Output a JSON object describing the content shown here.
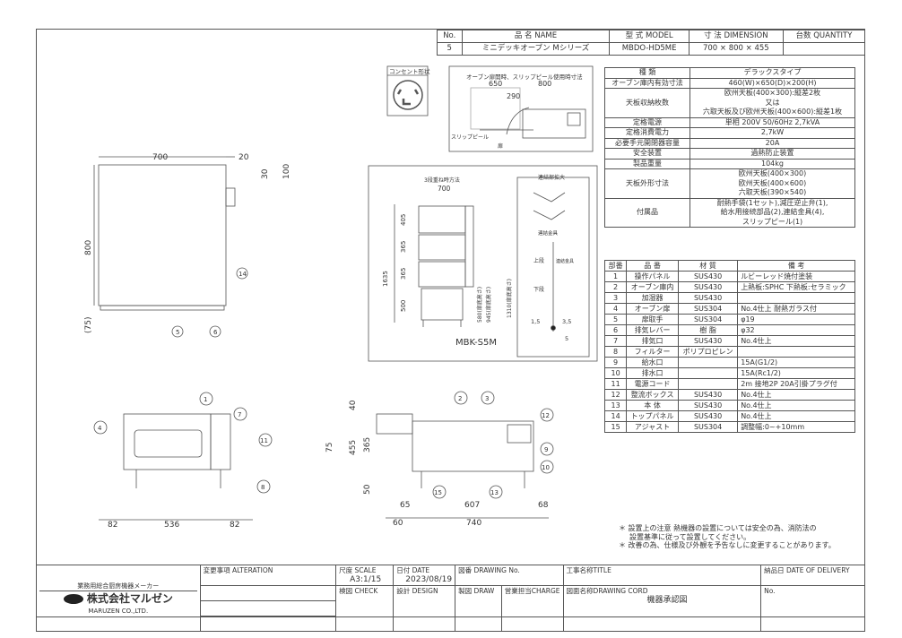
{
  "header": {
    "cols": [
      "No.",
      "品 名 NAME",
      "型 式 MODEL",
      "寸 法 DIMENSION",
      "台数 QUANTITY"
    ],
    "row": [
      "5",
      "ミニデッキオーブン Mシリーズ",
      "MBDO-HD5ME",
      "700 × 800 × 455",
      ""
    ]
  },
  "specs": [
    {
      "label": "種 類",
      "lines": [
        "デラックスタイプ"
      ]
    },
    {
      "label": "オーブン庫内有効寸法",
      "lines": [
        "460(W)×650(D)×200(H)"
      ]
    },
    {
      "label": "天板収納枚数",
      "lines": [
        "欧州天板(400×300):縦差2枚",
        "又は",
        "六取天板及び欧州天板(400×600):縦差1枚"
      ]
    },
    {
      "label": "定格電源",
      "lines": [
        "単相 200V 50/60Hz 2,7kVA"
      ]
    },
    {
      "label": "定格消費電力",
      "lines": [
        "2,7kW"
      ]
    },
    {
      "label": "必要手元開閉器容量",
      "lines": [
        "20A"
      ]
    },
    {
      "label": "安全装置",
      "lines": [
        "過熱防止装置"
      ]
    },
    {
      "label": "製品重量",
      "lines": [
        "104kg"
      ]
    },
    {
      "label": "天板外形寸法",
      "lines": [
        "欧州天板(400×300)",
        "欧州天板(400×600)",
        "六取天板(390×540)"
      ]
    },
    {
      "label": "付属品",
      "lines": [
        "耐熱手袋(1セット),減圧逆止弁(1),",
        "給水用接続部品(2),連結金具(4),",
        "スリップピール(1)"
      ]
    }
  ],
  "parts": {
    "header": [
      "部番",
      "品 番",
      "材 質",
      "備 考"
    ],
    "rows": [
      [
        "1",
        "操作パネル",
        "SUS430",
        "ルビーレッド焼付塗装"
      ],
      [
        "2",
        "オーブン庫内",
        "SUS430",
        "上熱板:SPHC 下熱板:セラミック"
      ],
      [
        "3",
        "加湿器",
        "SUS430",
        ""
      ],
      [
        "4",
        "オーブン扉",
        "SUS304",
        "No.4仕上 耐熱ガラス付"
      ],
      [
        "5",
        "扉取手",
        "SUS304",
        "φ19"
      ],
      [
        "6",
        "排気レバー",
        "樹 脂",
        "φ32"
      ],
      [
        "7",
        "排気口",
        "SUS430",
        "No.4仕上"
      ],
      [
        "8",
        "フィルター",
        "ポリプロピレン",
        ""
      ],
      [
        "9",
        "給水口",
        "",
        "15A(G1/2)"
      ],
      [
        "10",
        "排水口",
        "",
        "15A(Rc1/2)"
      ],
      [
        "11",
        "電源コード",
        "",
        "2m 接地2P 20A引掛プラグ付"
      ],
      [
        "12",
        "整流ボックス",
        "SUS430",
        "No.4仕上"
      ],
      [
        "13",
        "本 体",
        "SUS430",
        "No.4仕上"
      ],
      [
        "14",
        "トップパネル",
        "SUS430",
        "No.4仕上"
      ],
      [
        "15",
        "アジャスト",
        "SUS304",
        "調整幅:0~+10mm"
      ]
    ]
  },
  "notes": [
    "設置上の注意 熱機器の設置については安全の為、消防法の",
    "設置基準に従って設置してください。",
    "改善の為、仕様及び外観を予告なしに変更することがあります。"
  ],
  "outlet": {
    "title": "コンセント形状"
  },
  "slip": {
    "title": "オーブン扉開時、スリップピール使用時寸法",
    "d650": "650",
    "d800": "800",
    "d290": "290",
    "label_peel": "スリップピール",
    "label_door": "扉"
  },
  "stack": {
    "title": "3段重ね時方法",
    "w": "700",
    "h1635": "1635",
    "h405": "405",
    "h365a": "365",
    "h365b": "365",
    "h500": "500",
    "h580": "580(扉底高さ)",
    "h945": "945(扉底高さ)",
    "h1310": "1310(扉底高さ)",
    "model": "MBK-S5M",
    "detail_title": "連結部拡大",
    "joint": "連結金具",
    "upper": "上段",
    "lower": "下段",
    "d15": "1,5",
    "d35": "3,5",
    "d5": "5"
  },
  "top_view": {
    "w700": "700",
    "w20": "20",
    "d30": "30",
    "d100": "100",
    "d800": "800",
    "d75": "(75)",
    "b14": "14",
    "b5": "5",
    "b6": "6"
  },
  "front_view": {
    "d82a": "82",
    "d536": "536",
    "d82b": "82",
    "b1": "1",
    "b4": "4",
    "b7": "7",
    "b11": "11",
    "b8": "8"
  },
  "side_view": {
    "d40": "40",
    "d365": "365",
    "d455": "455",
    "d75": "75",
    "d50": "50",
    "d65": "65",
    "d607": "607",
    "d68": "68",
    "d60": "60",
    "d740": "740",
    "b2": "2",
    "b3": "3",
    "b12": "12",
    "b9": "9",
    "b10": "10",
    "b15": "15",
    "b13": "13"
  },
  "title_block": {
    "maker_caption": "業務用総合厨房機器メーカー",
    "company": "株式会社マルゼン",
    "company_en": "MARUZEN CO.,LTD.",
    "alteration": "変更事項 ALTERATION",
    "scale_label": "尺度 SCALE",
    "scale": "A3:1/15",
    "date_label": "日付 DATE",
    "date": "2023/08/19",
    "check": "検図 CHECK",
    "design": "設計 DESIGN",
    "draw": "製図 DRAW",
    "drawing_no": "図番 DRAWING No.",
    "charge": "営業担当CHARGE",
    "title": "工事名称TITLE",
    "drawing_cord": "図面名称DRAWING CORD",
    "drawing_name": "機器承認図",
    "delivery": "納品日 DATE OF DELIVERY",
    "no": "No."
  }
}
